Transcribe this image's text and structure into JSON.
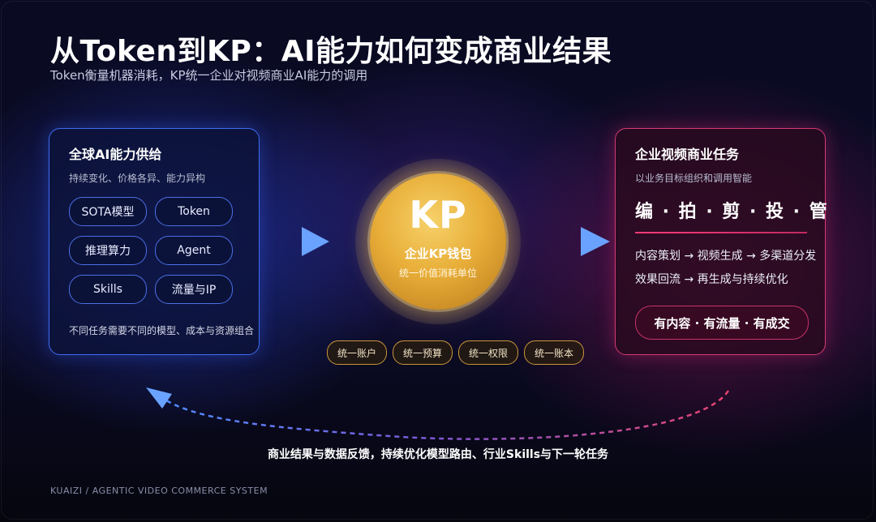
{
  "header": {
    "title": "从Token到KP：AI能力如何变成商业结果",
    "subtitle": "Token衡量机器消耗，KP统一企业对视频商业AI能力的调用"
  },
  "left_panel": {
    "title": "全球AI能力供给",
    "subtitle": "持续变化、价格各异、能力异构",
    "chips": [
      "SOTA模型",
      "Token",
      "推理算力",
      "Agent",
      "Skills",
      "流量与IP"
    ],
    "note": "不同任务需要不同的模型、成本与资源组合"
  },
  "center": {
    "symbol": "KP",
    "name": "企业KP钱包",
    "description": "统一价值消耗单位",
    "pills": [
      "统一账户",
      "统一预算",
      "统一权限",
      "统一账本"
    ]
  },
  "right_panel": {
    "title": "企业视频商业任务",
    "subtitle": "以业务目标组织和调用智能",
    "actions": "编 · 拍 · 剪 · 投 · 管",
    "flow_1": "内容策划 → 视频生成 → 多渠道分发",
    "flow_2": "效果回流 → 再生成与持续优化",
    "outcome": "有内容 · 有流量 · 有成交"
  },
  "feedback_text": "商业结果与数据反馈，持续优化模型路由、行业Skills与下一轮任务",
  "footer": "KUAIZI / AGENTIC VIDEO COMMERCE SYSTEM",
  "colors": {
    "left_accent": "#3f6cf0",
    "right_accent": "#d23a72",
    "coin_gold": "#e8ae38",
    "arrow_blue": "#6aa2ff",
    "arrow_pink": "#e8436f"
  }
}
